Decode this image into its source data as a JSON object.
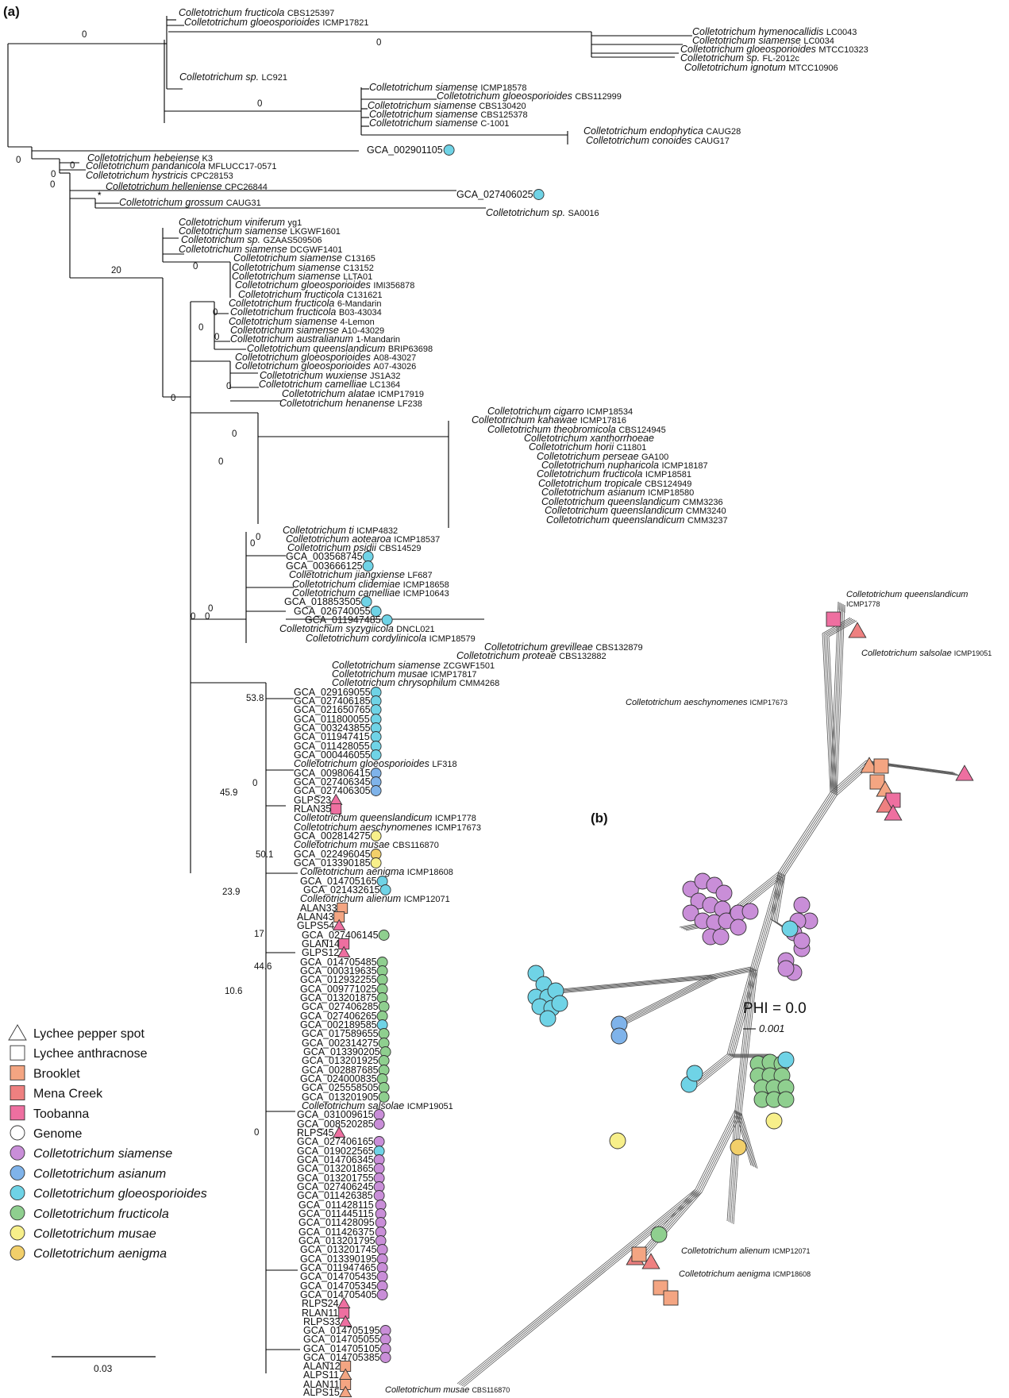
{
  "panels": {
    "a": "(a)",
    "b": "(b)"
  },
  "colors": {
    "brooklet": "#f4a582",
    "mena_creek": "#ee8080",
    "toobanna": "#ee6fa0",
    "genome": "#ffffff",
    "siamense": "#c98ed8",
    "asianum": "#7fb3ea",
    "gloeosporioides": "#6fd3e6",
    "fructicola": "#8fcf8f",
    "musae": "#f7ef8a",
    "aenigma": "#f2cf6a"
  },
  "legend": {
    "items": [
      {
        "label": "Lychee pepper spot",
        "shape": "triangle",
        "color": "#ffffff",
        "italic": false
      },
      {
        "label": "Lychee anthracnose",
        "shape": "square",
        "color": "#ffffff",
        "italic": false
      },
      {
        "label": "Brooklet",
        "shape": "rect",
        "color": "#f4a582",
        "italic": false
      },
      {
        "label": "Mena Creek",
        "shape": "rect",
        "color": "#ee8080",
        "italic": false
      },
      {
        "label": "Toobanna",
        "shape": "rect",
        "color": "#ee6fa0",
        "italic": false
      },
      {
        "label": "Genome",
        "shape": "circle",
        "color": "#ffffff",
        "italic": false
      },
      {
        "label": "Colletotrichum siamense",
        "shape": "circle",
        "color": "#c98ed8",
        "italic": true
      },
      {
        "label": "Colletotrichum asianum",
        "shape": "circle",
        "color": "#7fb3ea",
        "italic": true
      },
      {
        "label": "Colletotrichum gloeosporioides",
        "shape": "circle",
        "color": "#6fd3e6",
        "italic": true
      },
      {
        "label": "Colletotrichum fructicola",
        "shape": "circle",
        "color": "#8fcf8f",
        "italic": true
      },
      {
        "label": "Colletotrichum musae",
        "shape": "circle",
        "color": "#f7ef8a",
        "italic": true
      },
      {
        "label": "Colletotrichum aenigma",
        "shape": "circle",
        "color": "#f2cf6a",
        "italic": true
      }
    ]
  },
  "scale_bar": {
    "label": "0.03"
  },
  "network": {
    "phi": "PHI = 0.0",
    "scale": "0.001",
    "labels": [
      {
        "species": "Colletotrichum queenslandicum",
        "strain": "ICMP1778"
      },
      {
        "species": "Colletotrichum salsolae",
        "strain": "ICMP19051"
      },
      {
        "species": "Colletotrichum aeschynomenes",
        "strain": "ICMP17673"
      },
      {
        "species": "Colletotrichum alienum",
        "strain": "ICMP12071"
      },
      {
        "species": "Colletotrichum aenigma",
        "strain": "ICMP18608"
      },
      {
        "species": "Colletotrichum musae",
        "strain": "CBS116870"
      }
    ]
  },
  "tree_tips": [
    {
      "species": "Colletotrichum fructicola",
      "strain": "CBS125397",
      "marker": null
    },
    {
      "species": "Colletotrichum gloeosporioides",
      "strain": "ICMP17821",
      "marker": null
    },
    {
      "species": "Colletotrichum hymenocallidis",
      "strain": "LC0043",
      "marker": null
    },
    {
      "species": "Colletotrichum siamense",
      "strain": "LC0034",
      "marker": null
    },
    {
      "species": "Colletotrichum gloeosporioides",
      "strain": "MTCC10323",
      "marker": null
    },
    {
      "species": "Colletotrichum sp.",
      "strain": "FL-2012c",
      "marker": null
    },
    {
      "species": "Colletotrichum ignotum",
      "strain": "MTCC10906",
      "marker": null
    },
    {
      "species": "Colletotrichum sp.",
      "strain": "LC921",
      "marker": null
    },
    {
      "species": "Colletotrichum siamense",
      "strain": "ICMP18578",
      "marker": null
    },
    {
      "species": "Colletotrichum gloeosporioides",
      "strain": "CBS112999",
      "marker": null
    },
    {
      "species": "Colletotrichum siamense",
      "strain": "CBS130420",
      "marker": null
    },
    {
      "species": "Colletotrichum siamense",
      "strain": "CBS125378",
      "marker": null
    },
    {
      "species": "Colletotrichum siamense",
      "strain": "C-1001",
      "marker": null
    },
    {
      "species": "Colletotrichum endophytica",
      "strain": "CAUG28",
      "marker": null
    },
    {
      "species": "Colletotrichum conoides",
      "strain": "CAUG17",
      "marker": null
    },
    {
      "species": "",
      "strain": "GCA_002901105",
      "marker": "gloeosporioides"
    },
    {
      "species": "Colletotrichum hebeiense",
      "strain": "K3",
      "marker": null
    },
    {
      "species": "Colletotrichum pandanicola",
      "strain": "MFLUCC17-0571",
      "marker": null
    },
    {
      "species": "Colletotrichum hystricis",
      "strain": "CPC28153",
      "marker": null
    },
    {
      "species": "Colletotrichum helleniense",
      "strain": "CPC26844",
      "marker": null
    },
    {
      "species": "",
      "strain": "GCA_027406025",
      "marker": "gloeosporioides"
    },
    {
      "species": "Colletotrichum grossum",
      "strain": "CAUG31",
      "marker": null
    },
    {
      "species": "Colletotrichum sp.",
      "strain": "SA0016",
      "marker": null
    },
    {
      "species": "Colletotrichum viniferum",
      "strain": "yg1",
      "marker": null
    },
    {
      "species": "Colletotrichum siamense",
      "strain": "LKGWF1601",
      "marker": null
    },
    {
      "species": "Colletotrichum sp.",
      "strain": "GZAAS509506",
      "marker": null
    },
    {
      "species": "Colletotrichum siamense",
      "strain": "DCGWF1401",
      "marker": null
    },
    {
      "species": "Colletotrichum siamense",
      "strain": "C13165",
      "marker": null
    },
    {
      "species": "Colletotrichum siamense",
      "strain": "C13152",
      "marker": null
    },
    {
      "species": "Colletotrichum siamense",
      "strain": "LLTA01",
      "marker": null
    },
    {
      "species": "Colletotrichum gloeosporioides",
      "strain": "IMI356878",
      "marker": null
    },
    {
      "species": "Colletotrichum fructicola",
      "strain": "C131621",
      "marker": null
    },
    {
      "species": "Colletotrichum fructicola",
      "strain": "6-Mandarin",
      "marker": null
    },
    {
      "species": "Colletotrichum fructicola",
      "strain": "B03-43034",
      "marker": null
    },
    {
      "species": "Colletotrichum siamense",
      "strain": "4-Lemon",
      "marker": null
    },
    {
      "species": "Colletotrichum siamense",
      "strain": "A10-43029",
      "marker": null
    },
    {
      "species": "Colletotrichum australianum",
      "strain": "1-Mandarin",
      "marker": null
    },
    {
      "species": "Colletotrichum queenslandicum",
      "strain": "BRIP63698",
      "marker": null
    },
    {
      "species": "Colletotrichum gloeosporioides",
      "strain": "A08-43027",
      "marker": null
    },
    {
      "species": "Colletotrichum gloeosporioides",
      "strain": "A07-43026",
      "marker": null
    },
    {
      "species": "Colletotrichum wuxiense",
      "strain": "JS1A32",
      "marker": null
    },
    {
      "species": "Colletotrichum camelliae",
      "strain": "LC1364",
      "marker": null
    },
    {
      "species": "Colletotrichum alatae",
      "strain": "ICMP17919",
      "marker": null
    },
    {
      "species": "Colletotrichum henanense",
      "strain": "LF238",
      "marker": null
    },
    {
      "species": "Colletotrichum cigarro",
      "strain": "ICMP18534",
      "marker": null
    },
    {
      "species": "Colletotrichum kahawae",
      "strain": "ICMP17816",
      "marker": null
    },
    {
      "species": "Colletotrichum theobromicola",
      "strain": "CBS124945",
      "marker": null
    },
    {
      "species": "Colletotrichum xanthorrhoeae",
      "strain": "",
      "marker": null
    },
    {
      "species": "Colletotrichum horii",
      "strain": "C11801",
      "marker": null
    },
    {
      "species": "Colletotrichum perseae",
      "strain": "GA100",
      "marker": null
    },
    {
      "species": "Colletotrichum nupharicola",
      "strain": "ICMP18187",
      "marker": null
    },
    {
      "species": "Colletotrichum fructicola",
      "strain": "ICMP18581",
      "marker": null
    },
    {
      "species": "Colletotrichum tropicale",
      "strain": "CBS124949",
      "marker": null
    },
    {
      "species": "Colletotrichum asianum",
      "strain": "ICMP18580",
      "marker": null
    },
    {
      "species": "Colletotrichum queenslandicum",
      "strain": "CMM3236",
      "marker": null
    },
    {
      "species": "Colletotrichum queenslandicum",
      "strain": "CMM3240",
      "marker": null
    },
    {
      "species": "Colletotrichum queenslandicum",
      "strain": "CMM3237",
      "marker": null
    },
    {
      "species": "Colletotrichum ti",
      "strain": "ICMP4832",
      "marker": null
    },
    {
      "species": "Colletotrichum aotearoa",
      "strain": "ICMP18537",
      "marker": null
    },
    {
      "species": "Colletotrichum psidii",
      "strain": "CBS14529",
      "marker": null
    },
    {
      "species": "",
      "strain": "GCA_003568745",
      "marker": "gloeosporioides"
    },
    {
      "species": "",
      "strain": "GCA_003666125",
      "marker": "gloeosporioides"
    },
    {
      "species": "Colletotrichum jiangxiense",
      "strain": "LF687",
      "marker": null
    },
    {
      "species": "Colletotrichum clidemiae",
      "strain": "ICMP18658",
      "marker": null
    },
    {
      "species": "Colletotrichum camelliae",
      "strain": "ICMP10643",
      "marker": null
    },
    {
      "species": "",
      "strain": "GCA_018853505",
      "marker": "gloeosporioides"
    },
    {
      "species": "",
      "strain": "GCA_026740055",
      "marker": "gloeosporioides"
    },
    {
      "species": "",
      "strain": "GCA_011947485",
      "marker": "gloeosporioides"
    },
    {
      "species": "Colletotrichum syzygiicola",
      "strain": "DNCL021",
      "marker": null
    },
    {
      "species": "Colletotrichum cordylinicola",
      "strain": "ICMP18579",
      "marker": null
    },
    {
      "species": "Colletotrichum grevilleae",
      "strain": "CBS132879",
      "marker": null
    },
    {
      "species": "Colletotrichum proteae",
      "strain": "CBS132882",
      "marker": null
    },
    {
      "species": "Colletotrichum siamense",
      "strain": "ZCGWF1501",
      "marker": null
    },
    {
      "species": "Colletotrichum musae",
      "strain": "ICMP17817",
      "marker": null
    },
    {
      "species": "Colletotrichum chrysophilum",
      "strain": "CMM4268",
      "marker": null
    },
    {
      "species": "",
      "strain": "GCA_029169055",
      "marker": "gloeosporioides"
    },
    {
      "species": "",
      "strain": "GCA_027406185",
      "marker": "gloeosporioides"
    },
    {
      "species": "",
      "strain": "GCA_021650765",
      "marker": "gloeosporioides"
    },
    {
      "species": "",
      "strain": "GCA_011800055",
      "marker": "gloeosporioides"
    },
    {
      "species": "",
      "strain": "GCA_003243855",
      "marker": "gloeosporioides"
    },
    {
      "species": "",
      "strain": "GCA_011947415",
      "marker": "gloeosporioides"
    },
    {
      "species": "",
      "strain": "GCA_011428055",
      "marker": "gloeosporioides"
    },
    {
      "species": "",
      "strain": "GCA_000446055",
      "marker": "gloeosporioides"
    },
    {
      "species": "Colletotrichum gloeosporioides",
      "strain": "LF318",
      "marker": null
    },
    {
      "species": "",
      "strain": "GCA_009806415",
      "marker": "asianum"
    },
    {
      "species": "",
      "strain": "GCA_027406345",
      "marker": "asianum"
    },
    {
      "species": "",
      "strain": "GCA_027406305",
      "marker": "asianum"
    },
    {
      "species": "",
      "strain": "GLPS23",
      "marker": "tri-toobanna"
    },
    {
      "species": "",
      "strain": "RLAN35",
      "marker": "sq-toobanna"
    },
    {
      "species": "Colletotrichum queenslandicum",
      "strain": "ICMP1778",
      "marker": null
    },
    {
      "species": "Colletotrichum aeschynomenes",
      "strain": "ICMP17673",
      "marker": null
    },
    {
      "species": "",
      "strain": "GCA_002814275",
      "marker": "musae"
    },
    {
      "species": "Colletotrichum musae",
      "strain": "CBS116870",
      "marker": null
    },
    {
      "species": "",
      "strain": "GCA_022496045",
      "marker": "aenigma"
    },
    {
      "species": "",
      "strain": "GCA_013390185",
      "marker": "musae"
    },
    {
      "species": "Colletotrichum aenigma",
      "strain": "ICMP18608",
      "marker": null
    },
    {
      "species": "",
      "strain": "GCA_014705165",
      "marker": "gloeosporioides"
    },
    {
      "species": "",
      "strain": "GCA_021432615",
      "marker": "gloeosporioides"
    },
    {
      "species": "Colletotrichum alienum",
      "strain": "ICMP12071",
      "marker": null
    },
    {
      "species": "",
      "strain": "ALAN33",
      "marker": "sq-brooklet"
    },
    {
      "species": "",
      "strain": "ALAN43",
      "marker": "sq-brooklet"
    },
    {
      "species": "",
      "strain": "GLPS54",
      "marker": "tri-toobanna"
    },
    {
      "species": "",
      "strain": "GCA_027406145",
      "marker": "fructicola"
    },
    {
      "species": "",
      "strain": "GLAN14",
      "marker": "sq-toobanna"
    },
    {
      "species": "",
      "strain": "GLPS12",
      "marker": "tri-toobanna"
    },
    {
      "species": "",
      "strain": "GCA_014705485",
      "marker": "fructicola"
    },
    {
      "species": "",
      "strain": "GCA_000319635",
      "marker": "fructicola"
    },
    {
      "species": "",
      "strain": "GCA_012932255",
      "marker": "fructicola"
    },
    {
      "species": "",
      "strain": "GCA_009771025",
      "marker": "fructicola"
    },
    {
      "species": "",
      "strain": "GCA_013201875",
      "marker": "fructicola"
    },
    {
      "species": "",
      "strain": "GCA_027406285",
      "marker": "fructicola"
    },
    {
      "species": "",
      "strain": "GCA_027406265",
      "marker": "fructicola"
    },
    {
      "species": "",
      "strain": "GCA_002189585",
      "marker": "gloeosporioides"
    },
    {
      "species": "",
      "strain": "GCA_017589655",
      "marker": "fructicola"
    },
    {
      "species": "",
      "strain": "GCA_002314275",
      "marker": "fructicola"
    },
    {
      "species": "",
      "strain": "GCA_013390205",
      "marker": "fructicola"
    },
    {
      "species": "",
      "strain": "GCA_013201925",
      "marker": "fructicola"
    },
    {
      "species": "",
      "strain": "GCA_002887685",
      "marker": "fructicola"
    },
    {
      "species": "",
      "strain": "GCA_024000835",
      "marker": "fructicola"
    },
    {
      "species": "",
      "strain": "GCA_025558505",
      "marker": "fructicola"
    },
    {
      "species": "",
      "strain": "GCA_013201905",
      "marker": "fructicola"
    },
    {
      "species": "Colletotrichum salsolae",
      "strain": "ICMP19051",
      "marker": null
    },
    {
      "species": "",
      "strain": "GCA_031009615",
      "marker": "siamense"
    },
    {
      "species": "",
      "strain": "GCA_008520285",
      "marker": "siamense"
    },
    {
      "species": "",
      "strain": "RLPS45",
      "marker": "tri-toobanna"
    },
    {
      "species": "",
      "strain": "GCA_027406165",
      "marker": "siamense"
    },
    {
      "species": "",
      "strain": "GCA_019022565",
      "marker": "gloeosporioides"
    },
    {
      "species": "",
      "strain": "GCA_014706345",
      "marker": "siamense"
    },
    {
      "species": "",
      "strain": "GCA_013201865",
      "marker": "siamense"
    },
    {
      "species": "",
      "strain": "GCA_013201755",
      "marker": "siamense"
    },
    {
      "species": "",
      "strain": "GCA_027406245",
      "marker": "siamense"
    },
    {
      "species": "",
      "strain": "GCA_011426385",
      "marker": "siamense"
    },
    {
      "species": "",
      "strain": "GCA_011428115",
      "marker": "siamense"
    },
    {
      "species": "",
      "strain": "GCA_011445115",
      "marker": "siamense"
    },
    {
      "species": "",
      "strain": "GCA_011428095",
      "marker": "siamense"
    },
    {
      "species": "",
      "strain": "GCA_011426375",
      "marker": "siamense"
    },
    {
      "species": "",
      "strain": "GCA_013201795",
      "marker": "siamense"
    },
    {
      "species": "",
      "strain": "GCA_013201745",
      "marker": "siamense"
    },
    {
      "species": "",
      "strain": "GCA_013390195",
      "marker": "siamense"
    },
    {
      "species": "",
      "strain": "GCA_011947465",
      "marker": "siamense"
    },
    {
      "species": "",
      "strain": "GCA_014705435",
      "marker": "siamense"
    },
    {
      "species": "",
      "strain": "GCA_014705345",
      "marker": "siamense"
    },
    {
      "species": "",
      "strain": "GCA_014705405",
      "marker": "siamense"
    },
    {
      "species": "",
      "strain": "RLPS24",
      "marker": "tri-toobanna"
    },
    {
      "species": "",
      "strain": "RLAN11",
      "marker": "sq-toobanna"
    },
    {
      "species": "",
      "strain": "RLPS33",
      "marker": "tri-toobanna"
    },
    {
      "species": "",
      "strain": "GCA_014705195",
      "marker": "siamense"
    },
    {
      "species": "",
      "strain": "GCA_014705055",
      "marker": "siamense"
    },
    {
      "species": "",
      "strain": "GCA_014705105",
      "marker": "siamense"
    },
    {
      "species": "",
      "strain": "GCA_014705385",
      "marker": "siamense"
    },
    {
      "species": "",
      "strain": "ALAN12",
      "marker": "sq-brooklet"
    },
    {
      "species": "",
      "strain": "ALPS11",
      "marker": "tri-brooklet"
    },
    {
      "species": "",
      "strain": "ALAN11",
      "marker": "sq-brooklet"
    },
    {
      "species": "",
      "strain": "ALPS15",
      "marker": "tri-brooklet"
    }
  ],
  "support_values": [
    "0",
    "0",
    "0",
    "0",
    "0",
    "0",
    "0",
    "*",
    "*",
    "20",
    "0",
    "0",
    "0",
    "0",
    "0",
    "0",
    "0",
    "0",
    "0",
    "0",
    "0",
    "0",
    "0",
    "53.8",
    "45.9",
    "0",
    "50.1",
    "23.9",
    "17",
    "44.6",
    "10.6",
    "0"
  ]
}
